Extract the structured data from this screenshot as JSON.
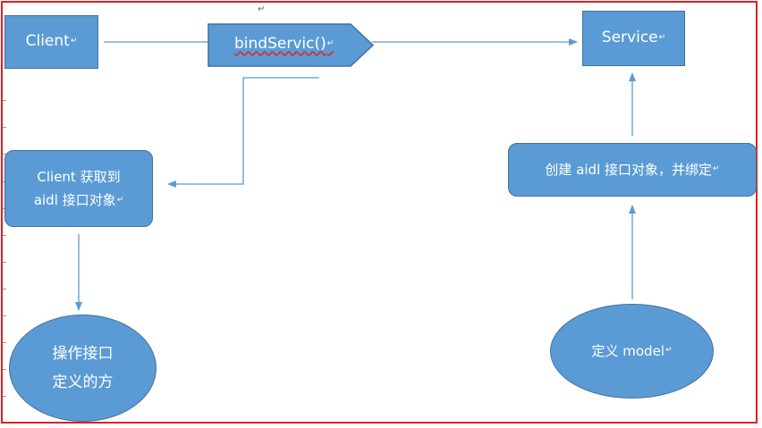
{
  "nodes": {
    "client": {
      "label": "Client"
    },
    "bind_service": {
      "label": "bindServic()"
    },
    "service": {
      "label": "Service"
    },
    "client_get": {
      "line1": "Client 获取到",
      "line2": "aidl 接口对象"
    },
    "create_aidl": {
      "label": "创建 aidl 接口对象，并绑定"
    },
    "operate": {
      "line1": "操作接口",
      "line2": "定义的方"
    },
    "define_model": {
      "label": "定义 model"
    }
  },
  "marks": {
    "paragraph": "↵"
  },
  "colors": {
    "node_fill": "#5b9bd5",
    "node_border": "#41719c",
    "connector": "#5b9bd5",
    "frame": "#e02020"
  }
}
